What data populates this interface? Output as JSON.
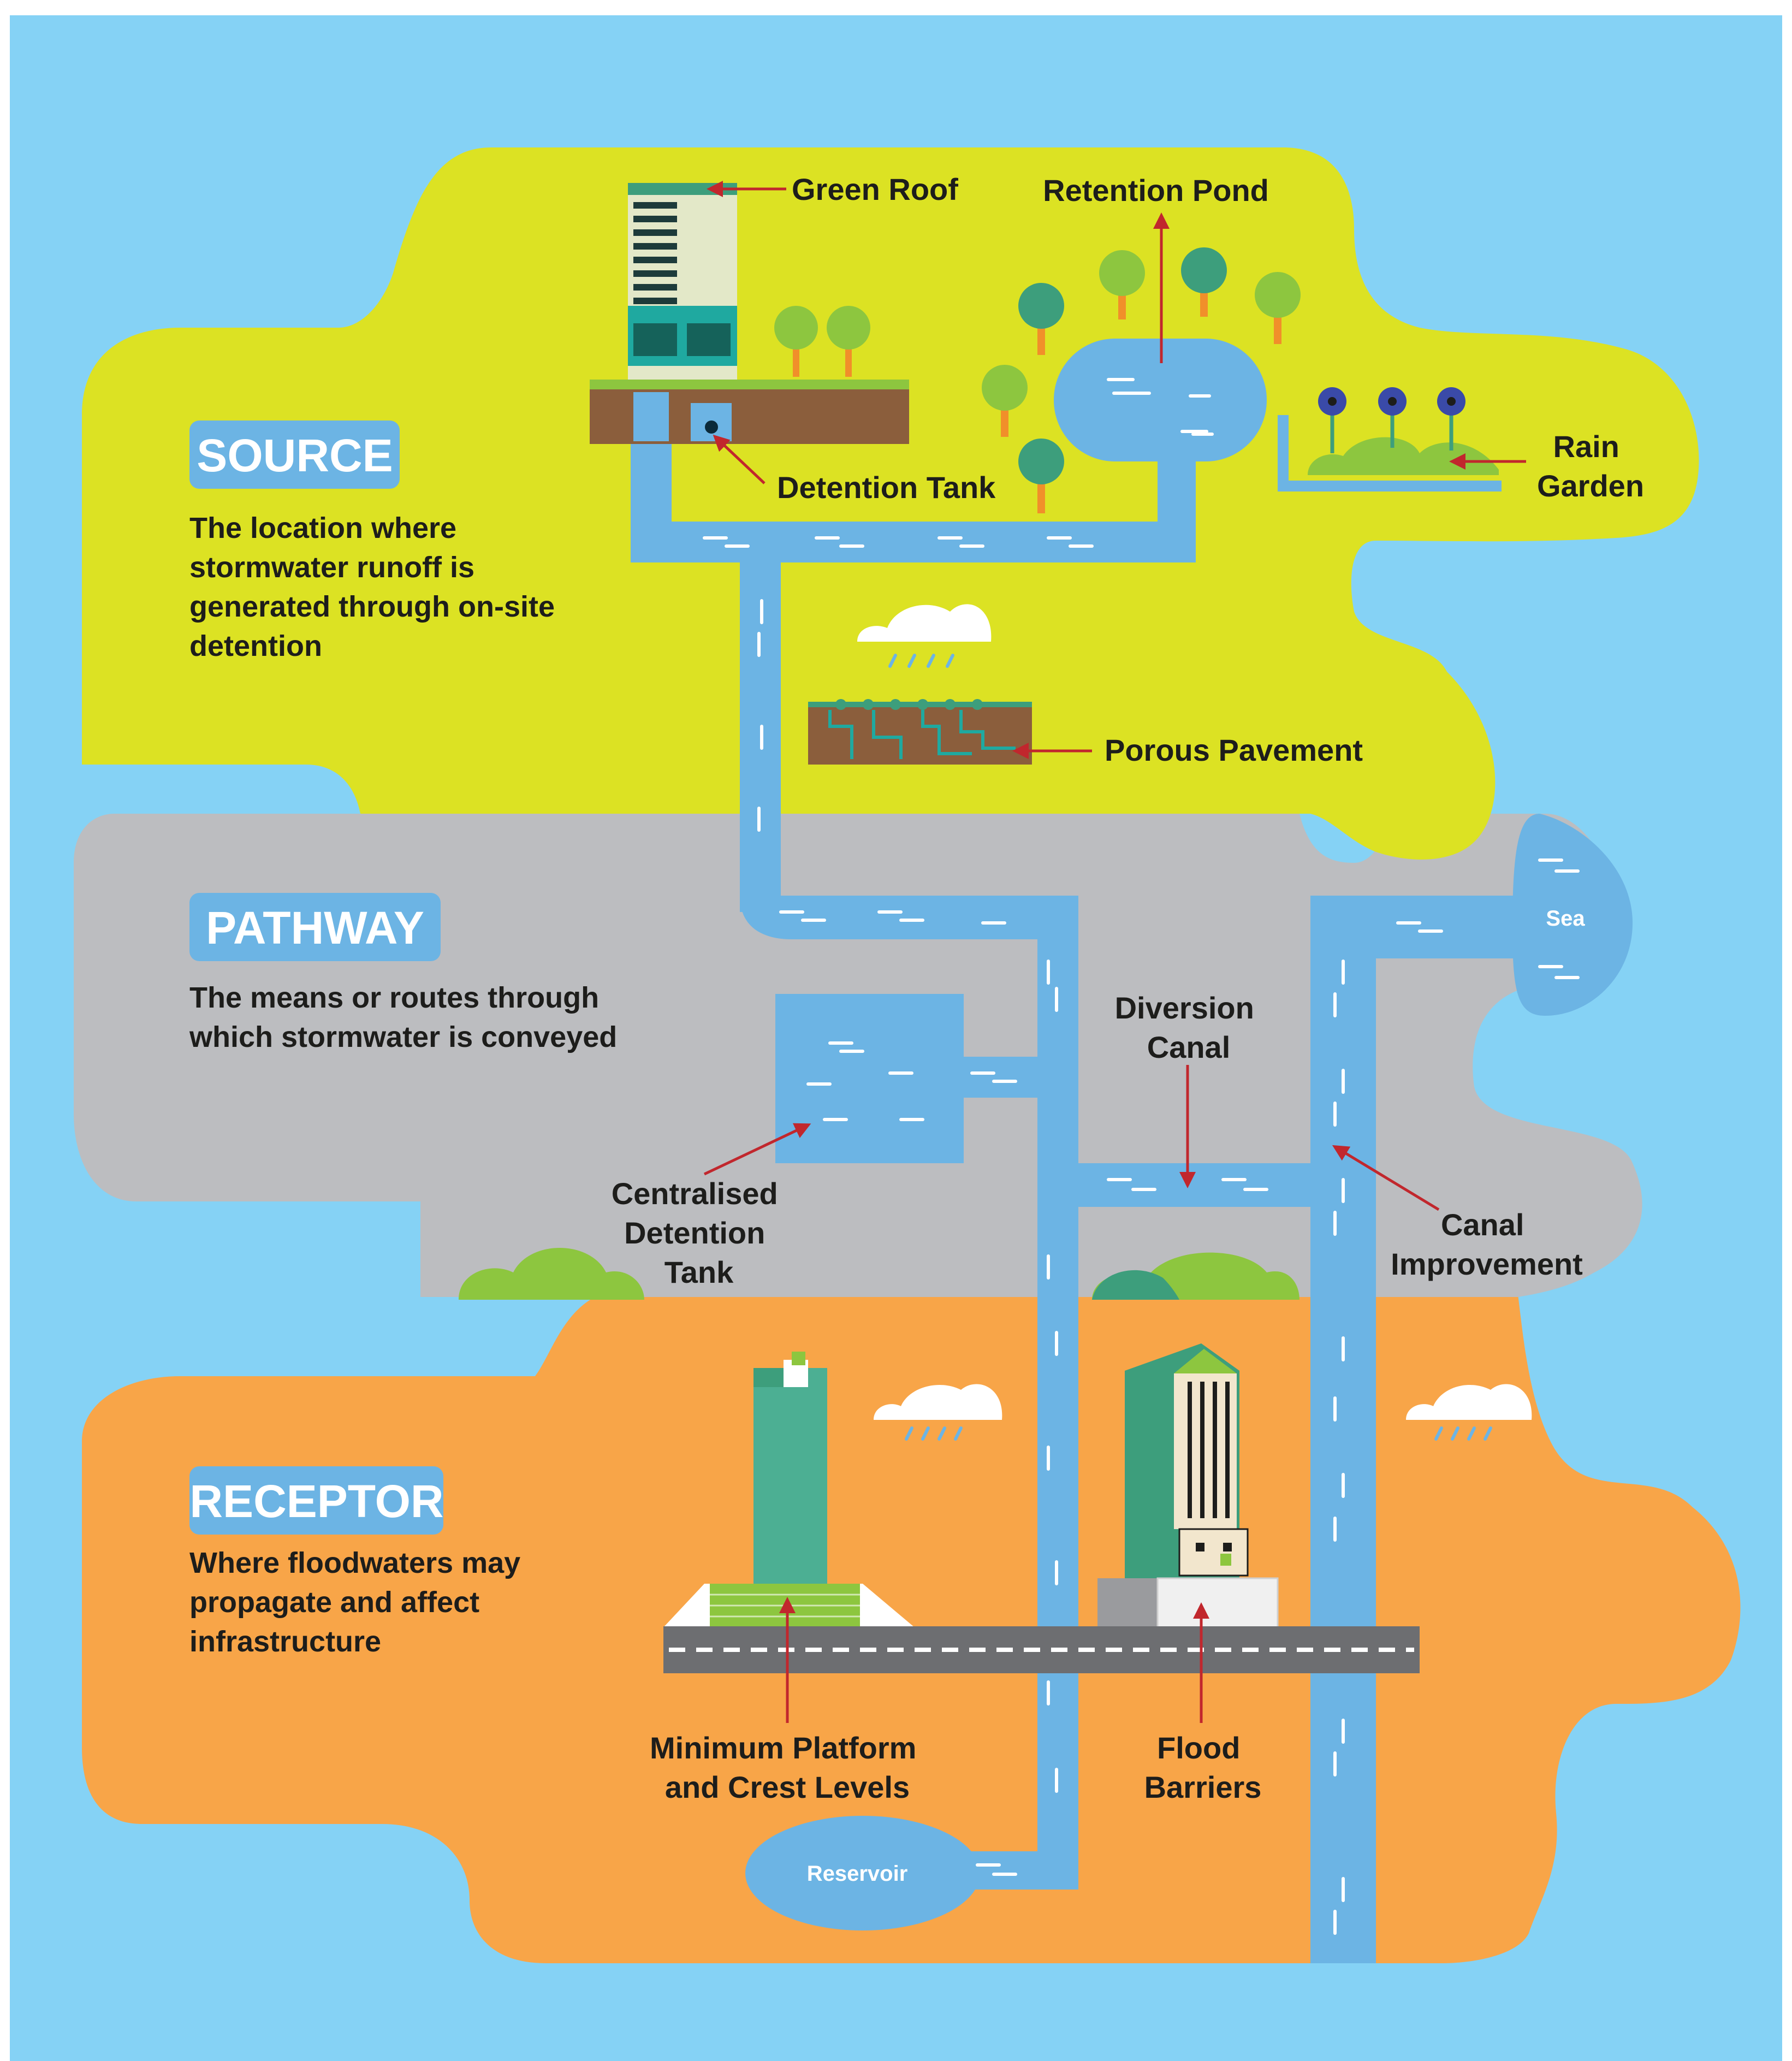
{
  "zones": {
    "source": {
      "title": "SOURCE",
      "desc": [
        "The location where",
        "stormwater runoff is",
        "generated through on-site",
        "detention"
      ]
    },
    "pathway": {
      "title": "PATHWAY",
      "desc": [
        "The means or routes through",
        "which stormwater is conveyed"
      ]
    },
    "receptor": {
      "title": "RECEPTOR",
      "desc": [
        "Where floodwaters may",
        "propagate and affect",
        "infrastructure"
      ]
    }
  },
  "labels": {
    "green_roof": "Green Roof",
    "retention_pond": "Retention Pond",
    "detention_tank": "Detention Tank",
    "rain_garden": [
      "Rain",
      "Garden"
    ],
    "porous_pavement": "Porous Pavement",
    "sea": "Sea",
    "diversion_canal": [
      "Diversion",
      "Canal"
    ],
    "centralised_detention_tank": [
      "Centralised",
      "Detention",
      "Tank"
    ],
    "canal_improvement": [
      "Canal",
      "Improvement"
    ],
    "minimum_platform": [
      "Minimum Platform",
      "and Crest Levels"
    ],
    "flood_barriers": [
      "Flood",
      "Barriers"
    ],
    "reservoir": "Reservoir"
  },
  "colors": {
    "water": "#85d2f5",
    "channel": "#6cb4e4",
    "source_zone": "#dce223",
    "pathway_zone": "#bcbdc0",
    "receptor_zone": "#f8a548",
    "label_box": "#6cb4e4",
    "arrow": "#c1272d",
    "dark_green": "#3d9e7c",
    "light_green": "#8dc63f",
    "soil": "#8b5e3c"
  }
}
